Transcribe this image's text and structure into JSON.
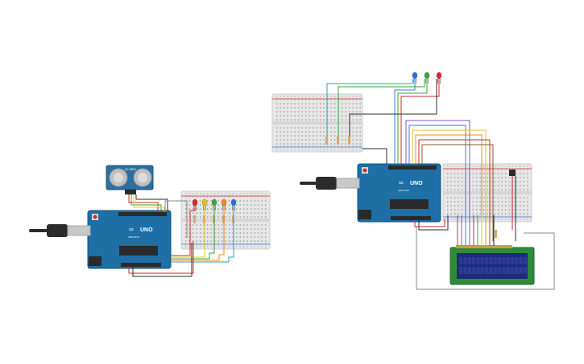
{
  "canvas": {
    "background": "#ffffff"
  },
  "colors": {
    "board": "#1d6fa5",
    "board_dark": "#14517c",
    "header": "#2a2a2a",
    "breadboard": "#e6e6e6",
    "breadboard_edge": "#cfcfcf",
    "usb_body": "#c8c8c8",
    "cable": "#2b2b2b",
    "lcd_pcb": "#2e8b3a",
    "lcd_screen": "#1f2a7a",
    "sensor_pcb": "#2a6fa0",
    "transducer": "#bfbfbf",
    "wire_red": "#d62828",
    "wire_black": "#2b2b2b",
    "wire_green": "#3aa635",
    "wire_blue": "#3b7bd6",
    "wire_orange": "#f08a1c",
    "wire_yellow": "#e8c51c",
    "wire_purple": "#8a4fc7",
    "wire_brown": "#8a5a2b",
    "wire_gray": "#8a8a8a",
    "wire_teal": "#2aa7b0",
    "led_red": "#d62828",
    "led_green": "#3aa635",
    "led_blue": "#2a6fd6",
    "led_yellow": "#e3c019",
    "led_orange": "#f08a1c"
  },
  "boards": [
    {
      "id": "arduino-left",
      "brand_label": "UNO",
      "logo_label": "∞",
      "subtitle": "ARDUINO"
    },
    {
      "id": "arduino-right",
      "brand_label": "UNO",
      "logo_label": "∞",
      "subtitle": "ARDUINO"
    }
  ],
  "sensor": {
    "label": "HC-SR04"
  },
  "leds_left": [
    "led_red",
    "led_yellow",
    "led_green",
    "led_orange",
    "led_blue"
  ],
  "leds_right": [
    "led_blue",
    "led_green",
    "led_red"
  ],
  "lcd": {
    "type": "16x2"
  }
}
